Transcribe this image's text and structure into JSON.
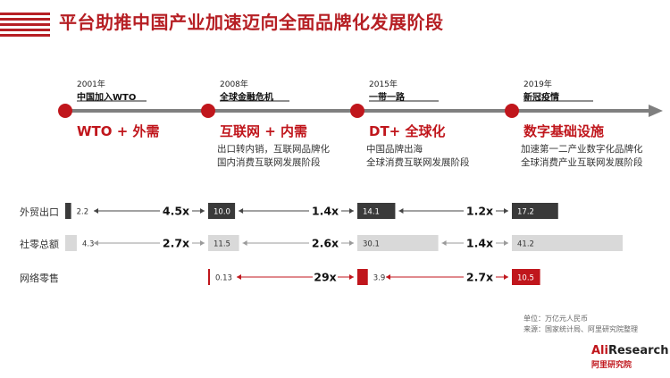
{
  "header": {
    "title": "平台助推中国产业加速迈向全面品牌化发展阶段"
  },
  "colors": {
    "accent": "#c0161c",
    "dark_bar": "#3a3a3a",
    "light_bar": "#d9d9d9",
    "axis": "#7f7f7f"
  },
  "timeline": {
    "events": [
      {
        "year": "2001年",
        "name": "中国加入WTO"
      },
      {
        "year": "2008年",
        "name": "全球金融危机"
      },
      {
        "year": "2015年",
        "name": "一带一路"
      },
      {
        "year": "2019年",
        "name": "新冠疫情"
      }
    ],
    "stages": [
      {
        "title": "WTO + 外需",
        "desc": []
      },
      {
        "title": "互联网 + 内需",
        "desc": [
          "出口转内销，互联网品牌化",
          "国内消费互联网发展阶段"
        ]
      },
      {
        "title": "DT+ 全球化",
        "desc": [
          "中国品牌出海",
          "全球消费互联网发展阶段"
        ]
      },
      {
        "title": "数字基础设施",
        "desc": [
          "加速第一二产业数字化品牌化",
          "全球消费产业互联网发展阶段"
        ]
      }
    ]
  },
  "chart_data": {
    "type": "bar",
    "categories": [
      "2001年",
      "2008年",
      "2015年",
      "2019年"
    ],
    "series": [
      {
        "name": "外贸出口",
        "values": [
          2.2,
          10.0,
          14.1,
          17.2
        ],
        "labels": [
          "2.2",
          "10.0",
          "14.1",
          "17.2"
        ],
        "multipliers": [
          "4.5x",
          "1.4x",
          "1.2x"
        ],
        "style": "dark"
      },
      {
        "name": "社零总额",
        "values": [
          4.3,
          11.5,
          30.1,
          41.2
        ],
        "labels": [
          "4.3",
          "11.5",
          "30.1",
          "41.2"
        ],
        "multipliers": [
          "2.7x",
          "2.6x",
          "1.4x"
        ],
        "style": "light"
      },
      {
        "name": "网络零售",
        "values": [
          null,
          0.13,
          3.9,
          10.5
        ],
        "labels": [
          "",
          "0.13",
          "3.9",
          "10.5"
        ],
        "multipliers": [
          "",
          "29x",
          "2.7x"
        ],
        "style": "red"
      }
    ],
    "unit_note": "单位：万亿元人民币"
  },
  "footer": {
    "unit": "单位：万亿元人民币",
    "source": "来源：国家统计局、阿里研究院整理"
  },
  "brand": {
    "en_prefix": "Ali",
    "en_suffix": "Research",
    "cn": "阿里研究院"
  }
}
